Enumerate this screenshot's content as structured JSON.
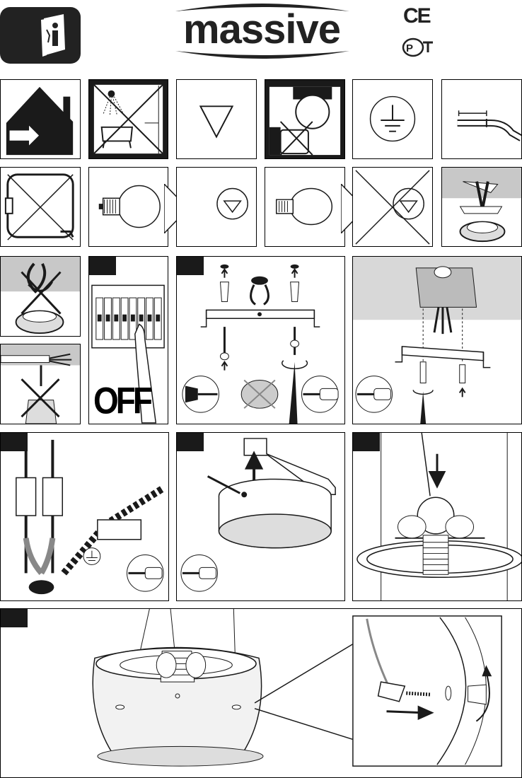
{
  "header": {
    "brand": "massive",
    "ce_mark": "CE",
    "certification_mark": "PCT"
  },
  "icons": {
    "manual": "manual-info-icon",
    "indoor": "indoor-use-icon",
    "bathroom": "not-for-bathroom-icon",
    "triangle": "triangle-class-icon",
    "no_dimmer": "no-dimmer-icon",
    "earth": "earth-ground-icon",
    "cable": "cable-strip-icon"
  },
  "breaker_panel": {
    "state_label": "OFF"
  },
  "colors": {
    "grey_band": "#c8c8c8",
    "dark": "#1a1a1a"
  }
}
